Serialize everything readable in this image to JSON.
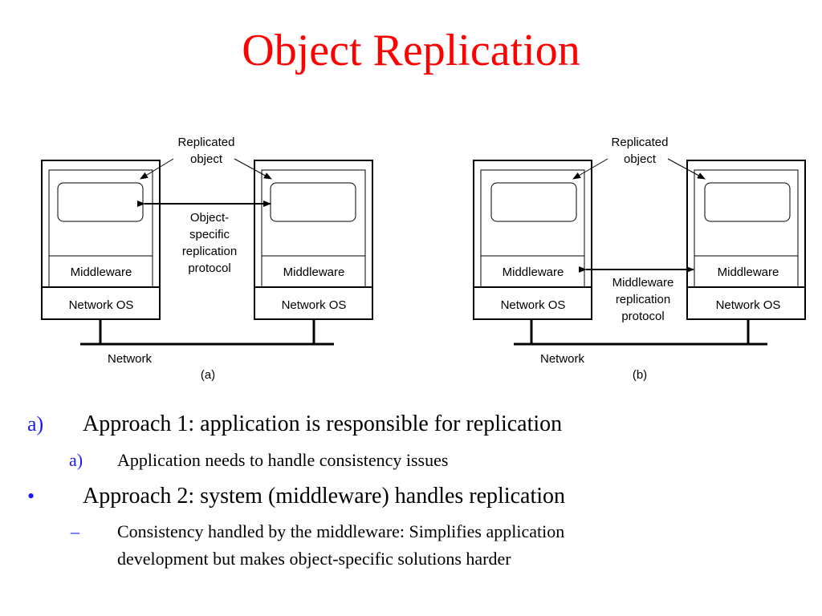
{
  "colors": {
    "title": "#ff0000",
    "bullet_marker": "#1a1aff",
    "text": "#000000"
  },
  "title": "Object Replication",
  "diagram_a": {
    "replicated_object_label": [
      "Replicated",
      "object"
    ],
    "protocol_label": [
      "Object-",
      "specific",
      "replication",
      "protocol"
    ],
    "left_middleware": "Middleware",
    "left_network_os": "Network OS",
    "right_middleware": "Middleware",
    "right_network_os": "Network OS",
    "network_label": "Network",
    "caption": "(a)"
  },
  "diagram_b": {
    "replicated_object_label": [
      "Replicated",
      "object"
    ],
    "protocol_label": [
      "Middleware",
      "replication",
      "protocol"
    ],
    "left_middleware": "Middleware",
    "left_network_os": "Network OS",
    "right_middleware": "Middleware",
    "right_network_os": "Network OS",
    "network_label": "Network",
    "caption": "(b)"
  },
  "bullets": [
    {
      "marker": "a)",
      "text": "Approach 1: application is responsible for replication",
      "level": 1
    },
    {
      "marker": "a)",
      "text": "Application needs to handle consistency issues",
      "level": 2
    },
    {
      "marker": "•",
      "text": "Approach 2: system (middleware) handles replication",
      "level": 1
    },
    {
      "marker": "–",
      "lines": [
        "Consistency handled by the middleware:  Simplifies application",
        "development but makes object-specific solutions harder"
      ],
      "level": 2
    }
  ]
}
